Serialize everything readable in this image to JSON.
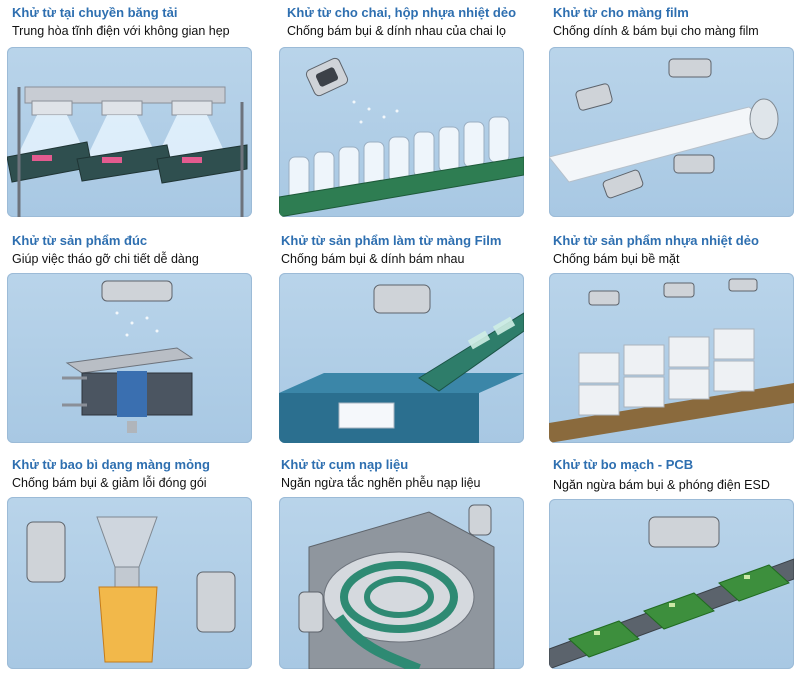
{
  "panels": [
    {
      "title": "Khử từ tại chuyền băng tải",
      "subtitle": "Trung hòa tĩnh điện với không gian hẹp"
    },
    {
      "title": "Khử từ cho chai, hộp nhựa nhiệt dẻo",
      "subtitle": "Chống bám bụi & dính nhau của chai lọ"
    },
    {
      "title": "Khử từ cho màng film",
      "subtitle": "Chống dính & bám bụi cho màng film"
    },
    {
      "title": "Khử từ sản phẩm đúc",
      "subtitle": "Giúp việc tháo gỡ chi tiết dễ dàng"
    },
    {
      "title": "Khử từ sản phẩm làm từ màng Film",
      "subtitle": "Chống bám bụi & dính bám nhau"
    },
    {
      "title": "Khử từ sản phẩm nhựa nhiệt dẻo",
      "subtitle": "Chống bám bụi bề mặt"
    },
    {
      "title": "Khử từ bao bì dạng màng mỏng",
      "subtitle": "Chống bám bụi & giảm lỗi đóng gói"
    },
    {
      "title": "Khử từ cụm nạp liệu",
      "subtitle": "Ngăn ngừa tắc nghẽn phễu nạp liệu"
    },
    {
      "title": "Khử từ bo mạch - PCB",
      "subtitle": "Ngăn ngừa bám bụi & phóng điện ESD"
    }
  ],
  "colors": {
    "title": "#2e6fb0",
    "subtitle": "#111111",
    "background": "#b9d4ea"
  }
}
